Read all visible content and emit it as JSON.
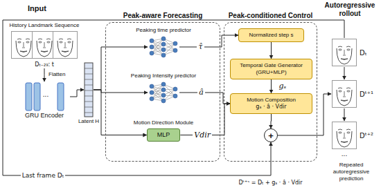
{
  "diagram": {
    "nodes": [
      {
        "text": [
          "History Landmark Sequence",
          "Dₜ₋₂₉: t"
        ]
      },
      {
        "text": [
          "GRU Encoder"
        ]
      },
      {
        "text": [
          "Latent H"
        ]
      },
      {
        "text": [
          "Peak-aware Forecasting"
        ]
      },
      {
        "text": [
          "Peaking time predictor"
        ],
        "in": 3
      },
      {
        "text": [
          "Peaking Intensity predictor"
        ],
        "in": 3
      },
      {
        "text": [
          "Motion Direction Module",
          "MLP"
        ],
        "in": 3
      },
      {
        "text": [
          "Peak-conditioned Control"
        ]
      },
      {
        "text": [
          "Normalized step s"
        ],
        "in": 7
      },
      {
        "text": [
          "Temporal Gate Generator (GRU+MLP)"
        ],
        "in": 7
      },
      {
        "text": [
          "Motion Composition",
          "gₛ · â · Vdir"
        ],
        "in": 7
      },
      {
        "text": [
          "+"
        ],
        "in": 7
      },
      {
        "text": [
          "Dₜ"
        ]
      },
      {
        "text": [
          "Dᵗ⁺¹"
        ]
      },
      {
        "text": [
          "Dᵗ⁺²"
        ]
      }
    ],
    "edges": [
      {
        "from": 0,
        "to": 1,
        "arrow": "to"
      },
      {
        "from": 1,
        "to": 2,
        "arrow": "to"
      },
      {
        "from": 2,
        "to": 4,
        "arrow": "to"
      },
      {
        "from": 2,
        "to": 5,
        "arrow": "to"
      },
      {
        "from": 2,
        "to": 6,
        "arrow": "to"
      },
      {
        "from": 4,
        "to": 8,
        "label": "τ̂",
        "arrow": "to"
      },
      {
        "from": 5,
        "to": 10,
        "label": "â",
        "arrow": "to"
      },
      {
        "from": 6,
        "to": 10,
        "label": "Vdir",
        "arrow": "to"
      },
      {
        "from": 8,
        "to": 9,
        "arrow": "to"
      },
      {
        "from": 9,
        "to": 10,
        "label": "gₛ",
        "arrow": "to"
      },
      {
        "from": 10,
        "to": 11,
        "arrow": "to"
      },
      {
        "from": 11,
        "to": 13,
        "arrow": "to"
      },
      {
        "from": 12,
        "to": 13,
        "arrow": "to"
      },
      {
        "from": 13,
        "to": 14,
        "arrow": "to"
      },
      {
        "from": 12,
        "to": 11,
        "label": "Last frame Dₜ",
        "arrow": "to"
      }
    ],
    "labels": [
      "Input",
      "Autoregressive rollout",
      "Flatten",
      "...",
      "...",
      "Dᵗ⁺ˢ = Dₜ + gₛ · â · Vdir",
      "Repeated autoregressive prediction"
    ]
  }
}
